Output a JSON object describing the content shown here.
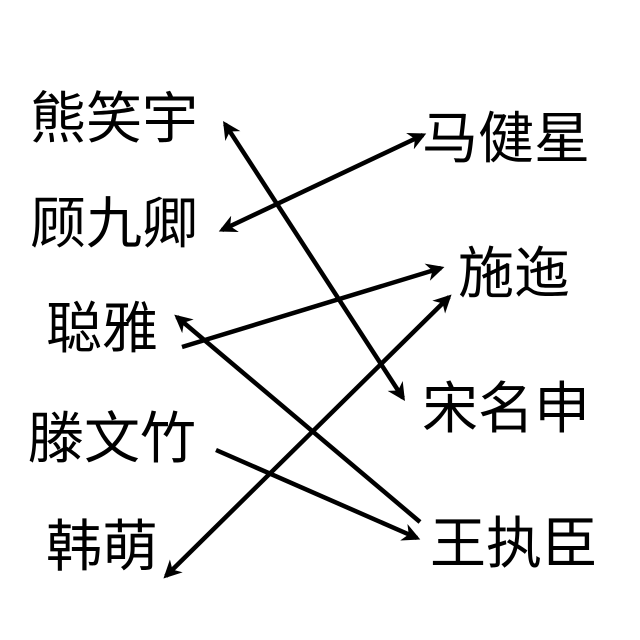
{
  "left_names": [
    "熊笑宇",
    "顾九卿",
    "聪雅",
    "滕文竹",
    "韩萌"
  ],
  "right_names": [
    "马健星",
    "施迤",
    "宋名申",
    "王执臣"
  ],
  "connections": [
    {
      "from": "熊笑宇",
      "to": "宋名申",
      "direction": "both"
    },
    {
      "from": "顾九卿",
      "to": "马健星",
      "direction": "both"
    },
    {
      "from": "聪雅",
      "to": "施迤",
      "direction": "forward"
    },
    {
      "from": "王执臣",
      "to": "聪雅",
      "direction": "forward"
    },
    {
      "from": "滕文竹",
      "to": "王执臣",
      "direction": "forward"
    },
    {
      "from": "韩萌",
      "to": "施迤",
      "direction": "both"
    }
  ],
  "colors": {
    "ink": "#000000",
    "background": "#ffffff"
  }
}
